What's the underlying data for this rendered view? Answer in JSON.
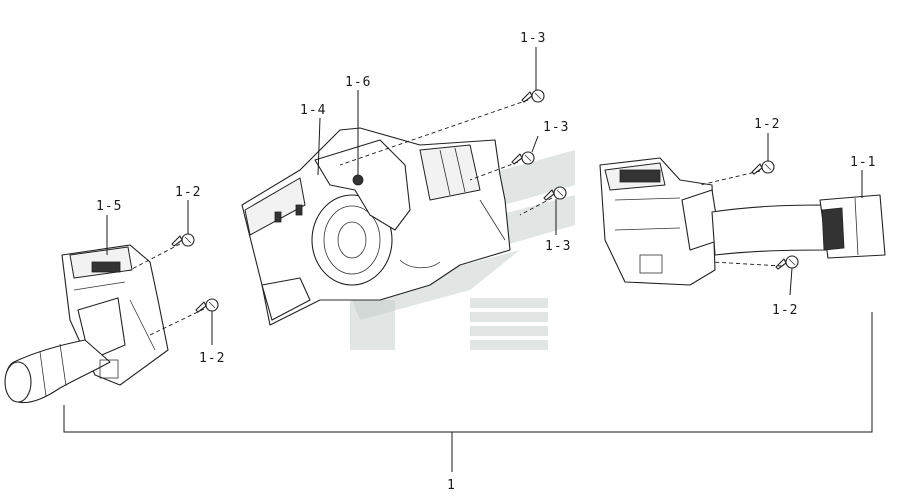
{
  "callouts": {
    "main_assembly": "1",
    "right_stalk": "1-1",
    "screw_left_upper": "1-2",
    "screw_left_lower": "1-2",
    "screw_right_upper": "1-2",
    "screw_right_lower": "1-2",
    "screw_top": "1-3",
    "screw_middle": "1-3",
    "screw_right_of_body": "1-3",
    "column_body": "1-4",
    "left_stalk": "1-5",
    "spiral_cable_pin": "1-6"
  },
  "icons": {
    "watermark": "brand-chevron-watermark-icon",
    "screw": "screw-icon"
  }
}
